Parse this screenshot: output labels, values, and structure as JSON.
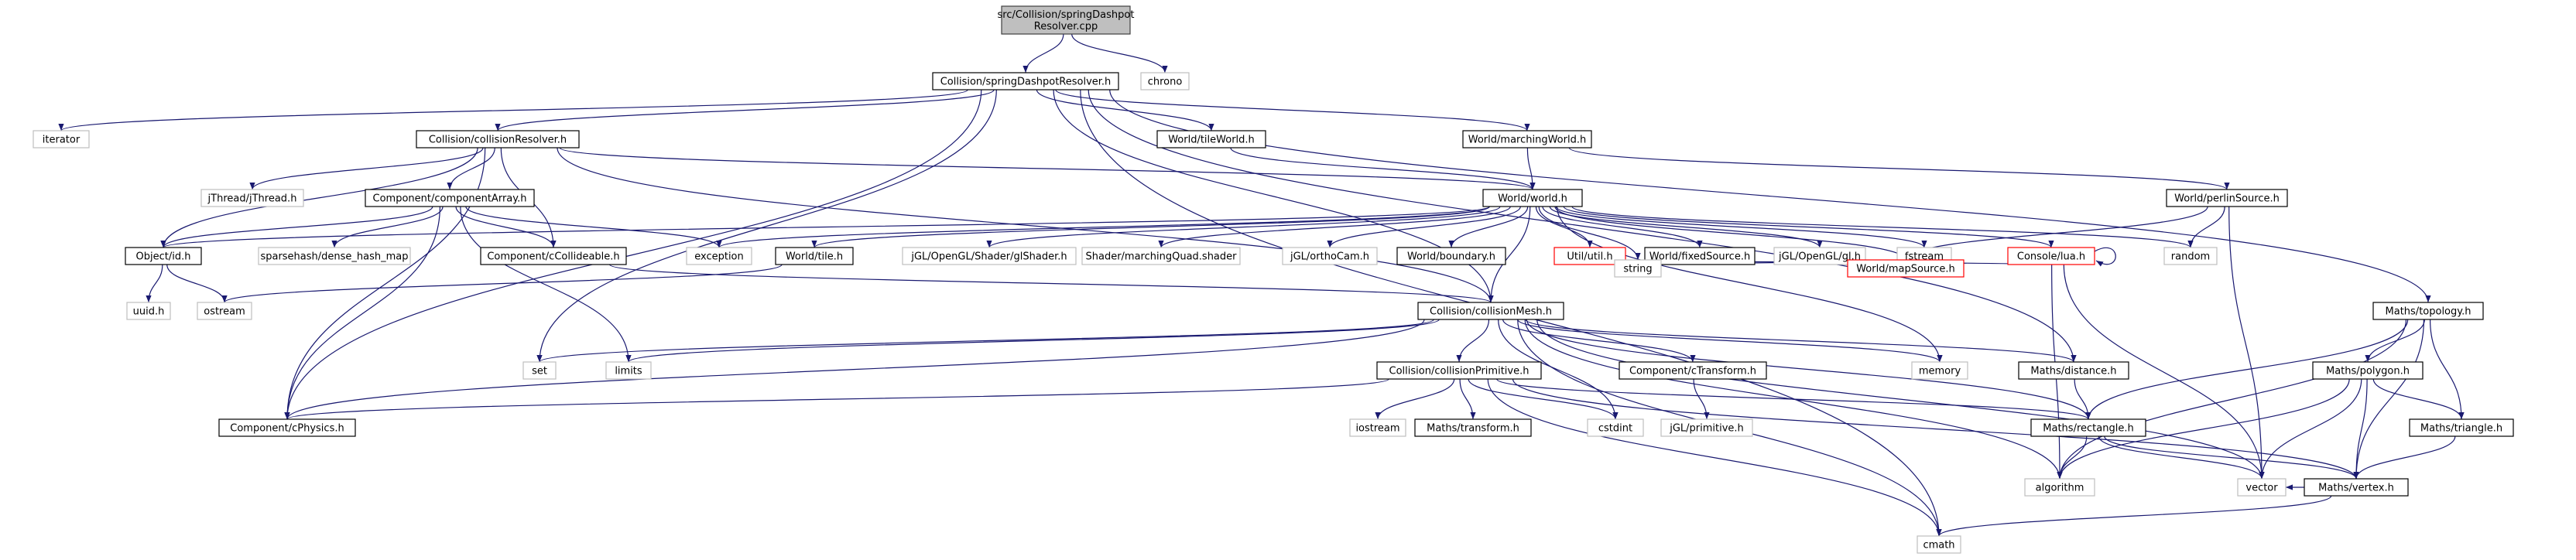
{
  "colors": {
    "edge": "#191970",
    "root_fill": "#bfbfbf",
    "root_border": "#404040",
    "node_border": "#000000",
    "external_border": "#bfbfbf",
    "external_text": "#000000",
    "unresolved_border": "#ff0000"
  },
  "nodes": {
    "root": {
      "label_lines": [
        "src/Collision/springDashpot",
        "Resolver.cpp"
      ],
      "kind": "root"
    },
    "springDashpotResolver_h": {
      "label_lines": [
        "Collision/springDashpotResolver.h"
      ],
      "kind": "file"
    },
    "chrono": {
      "label_lines": [
        "chrono"
      ],
      "kind": "external"
    },
    "iterator": {
      "label_lines": [
        "iterator"
      ],
      "kind": "external"
    },
    "collisionResolver_h": {
      "label_lines": [
        "Collision/collisionResolver.h"
      ],
      "kind": "file"
    },
    "tileWorld_h": {
      "label_lines": [
        "World/tileWorld.h"
      ],
      "kind": "file"
    },
    "marchingWorld_h": {
      "label_lines": [
        "World/marchingWorld.h"
      ],
      "kind": "file"
    },
    "topology_h": {
      "label_lines": [
        "Maths/topology.h"
      ],
      "kind": "file"
    },
    "jThread_h": {
      "label_lines": [
        "jThread/jThread.h"
      ],
      "kind": "external"
    },
    "componentArray_h": {
      "label_lines": [
        "Component/componentArray.h"
      ],
      "kind": "file"
    },
    "world_h": {
      "label_lines": [
        "World/world.h"
      ],
      "kind": "file"
    },
    "perlinSource_h": {
      "label_lines": [
        "World/perlinSource.h"
      ],
      "kind": "file"
    },
    "id_h": {
      "label_lines": [
        "Object/id.h"
      ],
      "kind": "file"
    },
    "dense_hash_map": {
      "label_lines": [
        "sparsehash/dense_hash_map"
      ],
      "kind": "external"
    },
    "cCollideable_h": {
      "label_lines": [
        "Component/cCollideable.h"
      ],
      "kind": "file"
    },
    "exception": {
      "label_lines": [
        "exception"
      ],
      "kind": "external"
    },
    "tile_h": {
      "label_lines": [
        "World/tile.h"
      ],
      "kind": "file"
    },
    "jglShader_h": {
      "label_lines": [
        "jGL/OpenGL/Shader/glShader.h"
      ],
      "kind": "external"
    },
    "marchingQuad_shader": {
      "label_lines": [
        "Shader/marchingQuad.shader"
      ],
      "kind": "external"
    },
    "orthoCam_h": {
      "label_lines": [
        "jGL/orthoCam.h"
      ],
      "kind": "external"
    },
    "boundary_h": {
      "label_lines": [
        "World/boundary.h"
      ],
      "kind": "file"
    },
    "util_h": {
      "label_lines": [
        "Util/util.h"
      ],
      "kind": "unresolved"
    },
    "fixedSource_h": {
      "label_lines": [
        "World/fixedSource.h"
      ],
      "kind": "file"
    },
    "jglgl_h": {
      "label_lines": [
        "jGL/OpenGL/gl.h"
      ],
      "kind": "external"
    },
    "fstream": {
      "label_lines": [
        "fstream"
      ],
      "kind": "external"
    },
    "lua_h": {
      "label_lines": [
        "Console/lua.h"
      ],
      "kind": "unresolved"
    },
    "random": {
      "label_lines": [
        "random"
      ],
      "kind": "external"
    },
    "uuid_h": {
      "label_lines": [
        "uuid.h"
      ],
      "kind": "external"
    },
    "ostream": {
      "label_lines": [
        "ostream"
      ],
      "kind": "external"
    },
    "collisionMesh_h": {
      "label_lines": [
        "Collision/collisionMesh.h"
      ],
      "kind": "file"
    },
    "string": {
      "label_lines": [
        "string"
      ],
      "kind": "external"
    },
    "mapSource_h": {
      "label_lines": [
        "World/mapSource.h"
      ],
      "kind": "unresolved"
    },
    "set": {
      "label_lines": [
        "set"
      ],
      "kind": "external"
    },
    "limits": {
      "label_lines": [
        "limits"
      ],
      "kind": "external"
    },
    "memory": {
      "label_lines": [
        "memory"
      ],
      "kind": "external"
    },
    "distance_h": {
      "label_lines": [
        "Maths/distance.h"
      ],
      "kind": "file"
    },
    "cTransform_h": {
      "label_lines": [
        "Component/cTransform.h"
      ],
      "kind": "file"
    },
    "polygon_h": {
      "label_lines": [
        "Maths/polygon.h"
      ],
      "kind": "file"
    },
    "collisionPrimitive_h": {
      "label_lines": [
        "Collision/collisionPrimitive.h"
      ],
      "kind": "file"
    },
    "cPhysics_h": {
      "label_lines": [
        "Component/cPhysics.h"
      ],
      "kind": "file"
    },
    "iostream": {
      "label_lines": [
        "iostream"
      ],
      "kind": "external"
    },
    "transform_h": {
      "label_lines": [
        "Maths/transform.h"
      ],
      "kind": "file"
    },
    "cstdint": {
      "label_lines": [
        "cstdint"
      ],
      "kind": "external"
    },
    "primitive_h": {
      "label_lines": [
        "jGL/primitive.h"
      ],
      "kind": "external"
    },
    "rectangle_h": {
      "label_lines": [
        "Maths/rectangle.h"
      ],
      "kind": "file"
    },
    "triangle_h": {
      "label_lines": [
        "Maths/triangle.h"
      ],
      "kind": "file"
    },
    "algorithm": {
      "label_lines": [
        "algorithm"
      ],
      "kind": "external"
    },
    "vector": {
      "label_lines": [
        "vector"
      ],
      "kind": "external"
    },
    "vertex_h": {
      "label_lines": [
        "Maths/vertex.h"
      ],
      "kind": "file"
    },
    "cmath": {
      "label_lines": [
        "cmath"
      ],
      "kind": "external"
    }
  },
  "edges": [
    [
      "root",
      "springDashpotResolver_h"
    ],
    [
      "root",
      "chrono"
    ],
    [
      "springDashpotResolver_h",
      "iterator"
    ],
    [
      "springDashpotResolver_h",
      "collisionResolver_h"
    ],
    [
      "springDashpotResolver_h",
      "tileWorld_h"
    ],
    [
      "springDashpotResolver_h",
      "marchingWorld_h"
    ],
    [
      "springDashpotResolver_h",
      "topology_h"
    ],
    [
      "springDashpotResolver_h",
      "collisionMesh_h"
    ],
    [
      "springDashpotResolver_h",
      "set"
    ],
    [
      "springDashpotResolver_h",
      "cPhysics_h"
    ],
    [
      "springDashpotResolver_h",
      "distance_h"
    ],
    [
      "springDashpotResolver_h",
      "cmath"
    ],
    [
      "collisionResolver_h",
      "jThread_h"
    ],
    [
      "collisionResolver_h",
      "componentArray_h"
    ],
    [
      "collisionResolver_h",
      "world_h"
    ],
    [
      "collisionResolver_h",
      "id_h"
    ],
    [
      "collisionResolver_h",
      "cCollideable_h"
    ],
    [
      "collisionResolver_h",
      "cPhysics_h"
    ],
    [
      "collisionResolver_h",
      "collisionMesh_h"
    ],
    [
      "tileWorld_h",
      "world_h"
    ],
    [
      "marchingWorld_h",
      "world_h"
    ],
    [
      "marchingWorld_h",
      "perlinSource_h"
    ],
    [
      "componentArray_h",
      "id_h"
    ],
    [
      "componentArray_h",
      "dense_hash_map"
    ],
    [
      "componentArray_h",
      "cCollideable_h"
    ],
    [
      "componentArray_h",
      "exception"
    ],
    [
      "componentArray_h",
      "limits"
    ],
    [
      "componentArray_h",
      "cPhysics_h"
    ],
    [
      "world_h",
      "id_h"
    ],
    [
      "world_h",
      "exception"
    ],
    [
      "world_h",
      "tile_h"
    ],
    [
      "world_h",
      "jglShader_h"
    ],
    [
      "world_h",
      "marchingQuad_shader"
    ],
    [
      "world_h",
      "orthoCam_h"
    ],
    [
      "world_h",
      "boundary_h"
    ],
    [
      "world_h",
      "util_h"
    ],
    [
      "world_h",
      "fixedSource_h"
    ],
    [
      "world_h",
      "jglgl_h"
    ],
    [
      "world_h",
      "fstream"
    ],
    [
      "world_h",
      "lua_h"
    ],
    [
      "world_h",
      "random"
    ],
    [
      "world_h",
      "string"
    ],
    [
      "world_h",
      "mapSource_h"
    ],
    [
      "world_h",
      "collisionMesh_h"
    ],
    [
      "world_h",
      "memory"
    ],
    [
      "perlinSource_h",
      "random"
    ],
    [
      "perlinSource_h",
      "mapSource_h"
    ],
    [
      "perlinSource_h",
      "vector"
    ],
    [
      "id_h",
      "uuid_h"
    ],
    [
      "id_h",
      "ostream"
    ],
    [
      "cCollideable_h",
      "collisionMesh_h"
    ],
    [
      "tile_h",
      "ostream"
    ],
    [
      "util_h",
      "string"
    ],
    [
      "fixedSource_h",
      "mapSource_h"
    ],
    [
      "lua_h",
      "lua_h"
    ],
    [
      "lua_h",
      "string"
    ],
    [
      "lua_h",
      "algorithm"
    ],
    [
      "lua_h",
      "vector"
    ],
    [
      "collisionMesh_h",
      "set"
    ],
    [
      "collisionMesh_h",
      "limits"
    ],
    [
      "collisionMesh_h",
      "memory"
    ],
    [
      "collisionMesh_h",
      "distance_h"
    ],
    [
      "collisionMesh_h",
      "cTransform_h"
    ],
    [
      "collisionMesh_h",
      "collisionPrimitive_h"
    ],
    [
      "collisionMesh_h",
      "cPhysics_h"
    ],
    [
      "collisionMesh_h",
      "cstdint"
    ],
    [
      "collisionMesh_h",
      "rectangle_h"
    ],
    [
      "collisionMesh_h",
      "algorithm"
    ],
    [
      "collisionMesh_h",
      "vector"
    ],
    [
      "collisionMesh_h",
      "cmath"
    ],
    [
      "topology_h",
      "polygon_h"
    ],
    [
      "topology_h",
      "triangle_h"
    ],
    [
      "topology_h",
      "rectangle_h"
    ],
    [
      "topology_h",
      "vertex_h"
    ],
    [
      "topology_h",
      "algorithm"
    ],
    [
      "polygon_h",
      "triangle_h"
    ],
    [
      "polygon_h",
      "vertex_h"
    ],
    [
      "polygon_h",
      "vector"
    ],
    [
      "polygon_h",
      "algorithm"
    ],
    [
      "cTransform_h",
      "primitive_h"
    ],
    [
      "collisionPrimitive_h",
      "cPhysics_h"
    ],
    [
      "collisionPrimitive_h",
      "iostream"
    ],
    [
      "collisionPrimitive_h",
      "transform_h"
    ],
    [
      "collisionPrimitive_h",
      "cstdint"
    ],
    [
      "collisionPrimitive_h",
      "rectangle_h"
    ],
    [
      "collisionPrimitive_h",
      "vertex_h"
    ],
    [
      "collisionPrimitive_h",
      "cmath"
    ],
    [
      "distance_h",
      "rectangle_h"
    ],
    [
      "rectangle_h",
      "vertex_h"
    ],
    [
      "rectangle_h",
      "algorithm"
    ],
    [
      "rectangle_h",
      "vector"
    ],
    [
      "triangle_h",
      "vertex_h"
    ],
    [
      "vertex_h",
      "vector"
    ],
    [
      "vertex_h",
      "cmath"
    ]
  ]
}
